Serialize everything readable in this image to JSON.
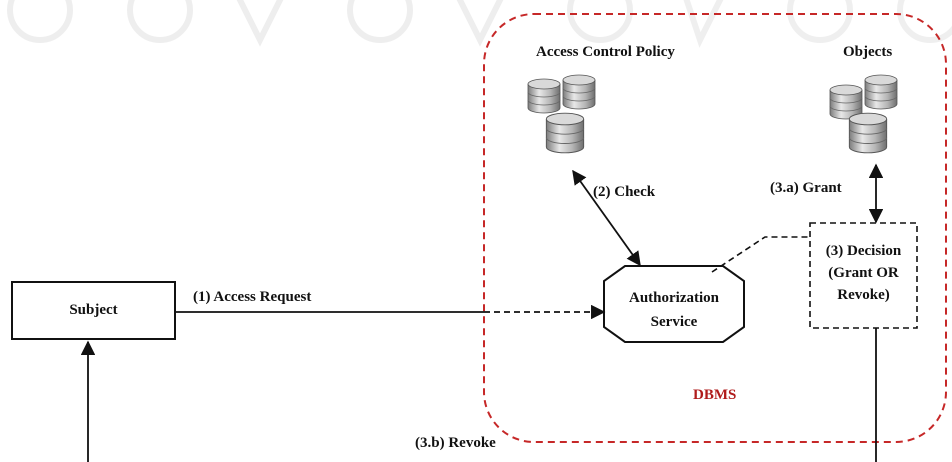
{
  "colors": {
    "stroke": "#111111",
    "dbms_boundary": "#c62828",
    "dbms_label": "#b01c1c",
    "db_fill_light": "#e6e6e6",
    "db_fill_dark": "#8f8f8f"
  },
  "icons": {
    "database": "database-stack-icon"
  },
  "nodes": {
    "subject": "Subject",
    "authorization_service": [
      "Authorization",
      "Service"
    ],
    "decision": [
      "(3) Decision",
      "(Grant OR",
      "Revoke)"
    ],
    "access_control_policy": "Access Control Policy",
    "objects": "Objects",
    "dbms": "DBMS"
  },
  "edges": {
    "access_request": "(1) Access Request",
    "check": "(2) Check",
    "grant": "(3.a) Grant",
    "revoke": "(3.b) Revoke"
  }
}
